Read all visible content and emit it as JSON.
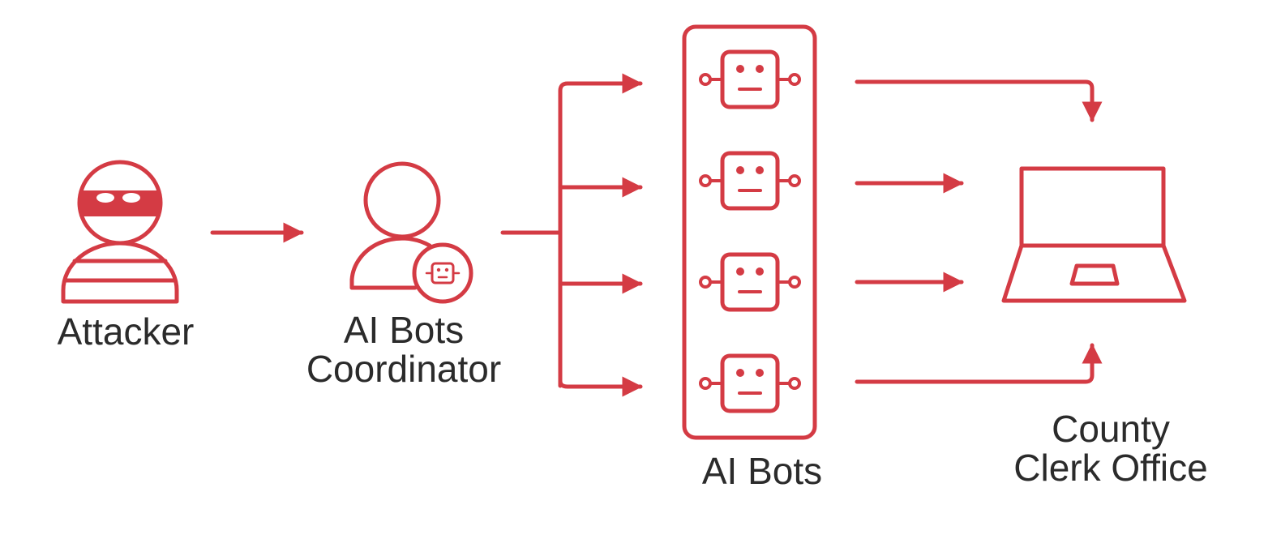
{
  "colors": {
    "accent": "#d43b44",
    "badge_fill": "#efe6dd",
    "text": "#2b2b2b"
  },
  "nodes": {
    "attacker": {
      "label": "Attacker",
      "icon": "burglar-icon"
    },
    "coordinator": {
      "label_line1": "AI Bots",
      "label_line2": "Coordinator",
      "icon": "user-with-robot-badge-icon"
    },
    "bots": {
      "label": "AI Bots",
      "count": 4,
      "icon": "robot-icon"
    },
    "target": {
      "label_line1": "County",
      "label_line2": "Clerk Office",
      "icon": "laptop-icon"
    }
  }
}
